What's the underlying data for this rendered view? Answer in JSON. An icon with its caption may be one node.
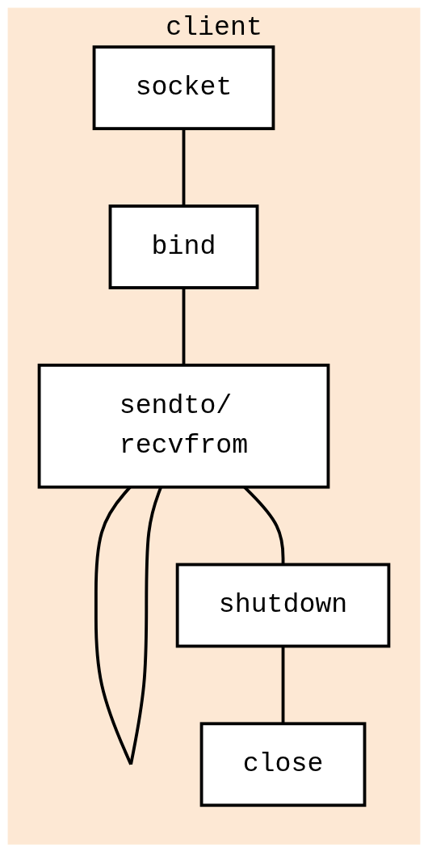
{
  "diagram": {
    "nodes": [
      {
        "text": [
          "client"
        ]
      },
      {
        "text": [
          "socket"
        ],
        "in": 0
      },
      {
        "text": [
          "bind"
        ],
        "in": 0
      },
      {
        "text": [
          "sendto/ recvfrom"
        ],
        "in": 0
      },
      {
        "text": [
          "shutdown"
        ],
        "in": 0
      },
      {
        "text": [
          "close"
        ],
        "in": 0
      }
    ],
    "edges": [
      {
        "from": 1,
        "to": 2,
        "arrow": "none"
      },
      {
        "from": 2,
        "to": 3,
        "arrow": "none"
      },
      {
        "from": 3,
        "to": 3,
        "arrow": "none"
      },
      {
        "from": 3,
        "to": 4,
        "arrow": "none"
      },
      {
        "from": 4,
        "to": 5,
        "arrow": "none"
      }
    ]
  }
}
